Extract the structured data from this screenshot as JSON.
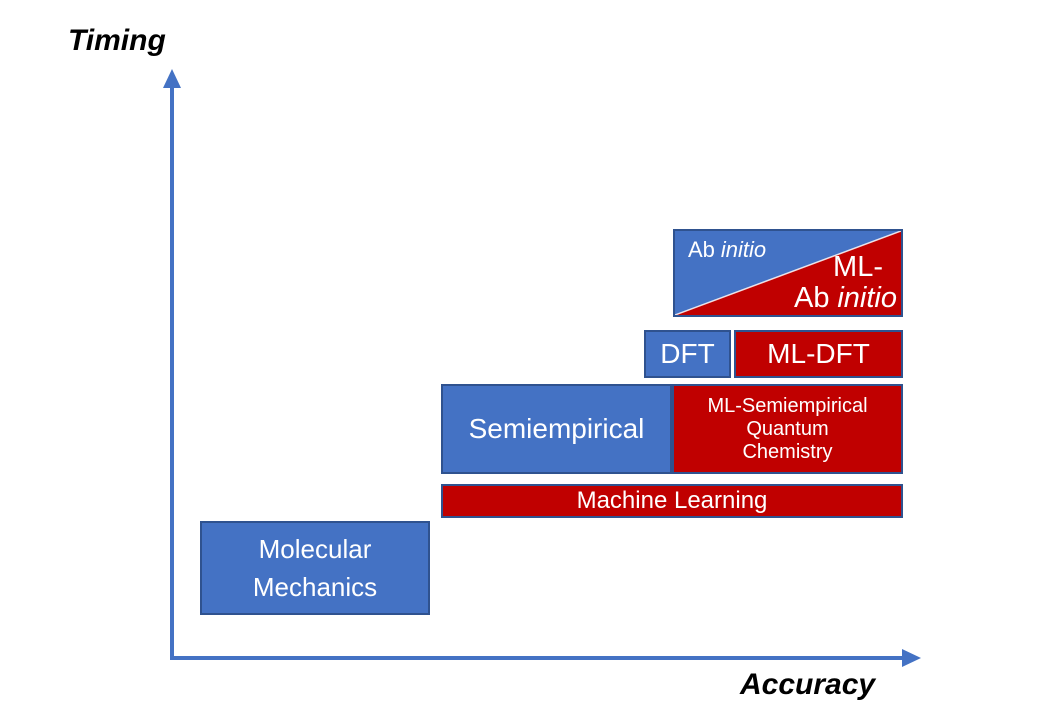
{
  "axes": {
    "y_label": "Timing",
    "x_label": "Accuracy"
  },
  "colors": {
    "blue_fill": "#4472C4",
    "red_fill": "#C00000",
    "box_border": "#2F528F",
    "axis_blue": "#4472C4",
    "box_text": "#FFFFFF",
    "axis_label_text": "#000000"
  },
  "boxes": {
    "ab_initio": {
      "prefix": "Ab",
      "italic": "initio"
    },
    "ml_ab_initio": {
      "line1": "ML-",
      "line2_prefix": "Ab",
      "line2_italic": "initio"
    },
    "dft": {
      "label": "DFT"
    },
    "ml_dft": {
      "label": "ML-DFT"
    },
    "semiempirical": {
      "label": "Semiempirical"
    },
    "ml_semiempirical": {
      "line1": "ML-Semiempirical",
      "line2": "Quantum",
      "line3": "Chemistry"
    },
    "machine_learning": {
      "label": "Machine Learning"
    },
    "molecular_mechanics": {
      "line1": "Molecular",
      "line2": "Mechanics"
    }
  }
}
